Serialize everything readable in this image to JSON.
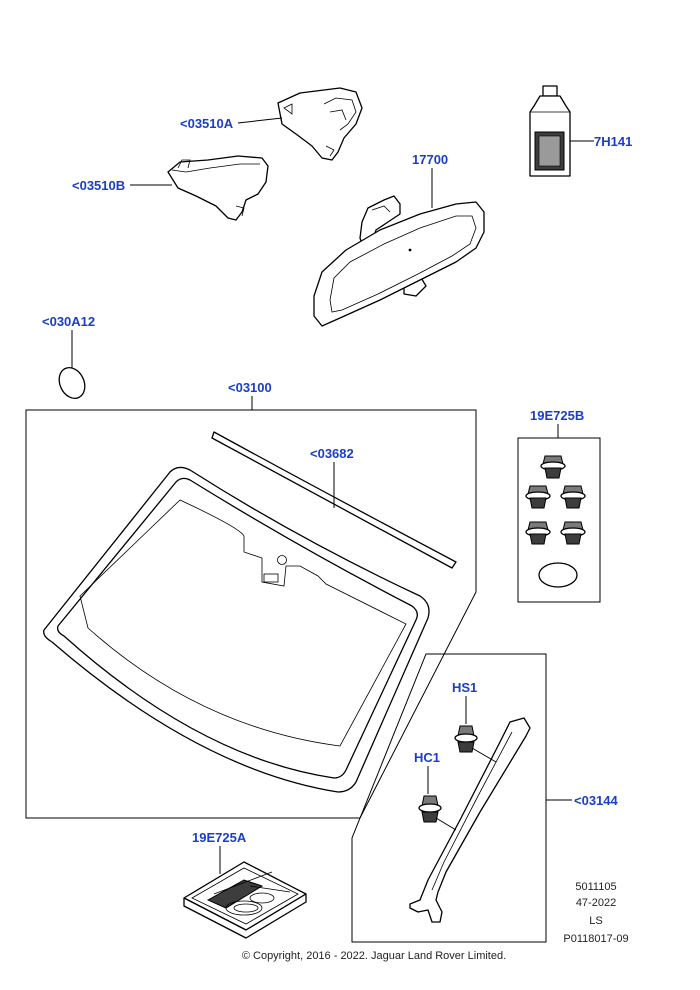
{
  "diagram": {
    "colors": {
      "callout": "#1a3ec9",
      "line": "#000000",
      "text": "#222222"
    },
    "callouts": {
      "c03510A": "<03510A",
      "c03510B": "<03510B",
      "c7H141": "7H141",
      "c17700": "17700",
      "c030A12": "<030A12",
      "c03100": "<03100",
      "c03682": "<03682",
      "c19E725B": "19E725B",
      "cHS1": "HS1",
      "cHC1": "HC1",
      "c03144": "<03144",
      "c19E725A": "19E725A"
    },
    "meta": {
      "line1": "5011105",
      "line2": "47-2022",
      "line3": "LS",
      "line4": "P0118017-09"
    },
    "copyright": "© Copyright, 2016 - 2022. Jaguar Land Rover Limited."
  }
}
